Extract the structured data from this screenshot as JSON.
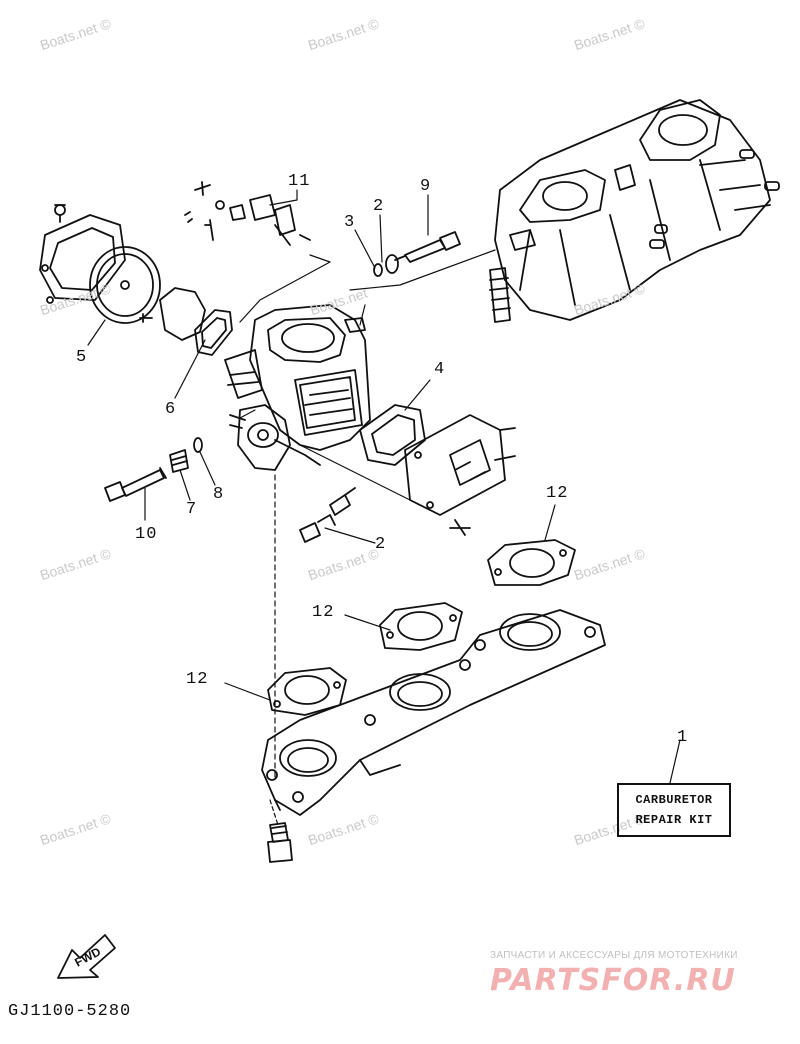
{
  "watermark": "Boats.net ©",
  "watermark_mid": "Boats.net",
  "callouts": [
    {
      "id": "1",
      "text": "1"
    },
    {
      "id": "2a",
      "text": "2"
    },
    {
      "id": "2b",
      "text": "2"
    },
    {
      "id": "3",
      "text": "3"
    },
    {
      "id": "4",
      "text": "4"
    },
    {
      "id": "5",
      "text": "5"
    },
    {
      "id": "6",
      "text": "6"
    },
    {
      "id": "7",
      "text": "7"
    },
    {
      "id": "8",
      "text": "8"
    },
    {
      "id": "9",
      "text": "9"
    },
    {
      "id": "10",
      "text": "10"
    },
    {
      "id": "11",
      "text": "11"
    },
    {
      "id": "12a",
      "text": "12"
    },
    {
      "id": "12b",
      "text": "12"
    },
    {
      "id": "12c",
      "text": "12"
    }
  ],
  "repair_kit": {
    "line1": "CARBURETOR",
    "line2": "REPAIR KIT"
  },
  "direction_label": "FWD",
  "drawing_code": "GJ1100-5280",
  "shop": {
    "tagline": "ЗАПЧАСТИ И АКСЕССУАРЫ ДЛЯ МОТОТЕХНИКИ",
    "logo": "PARTSFOR.RU"
  }
}
